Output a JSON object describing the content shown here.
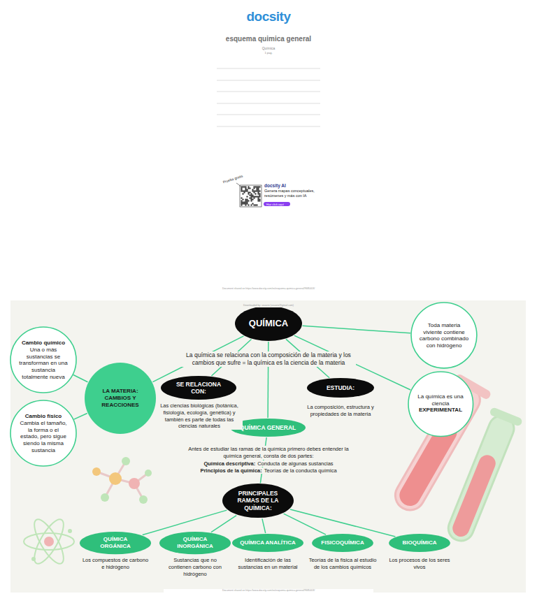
{
  "diagram": {
    "title": "esquema quimica general",
    "nodes": [
      {
        "text": [
          "QUÍMICA"
        ]
      },
      {
        "text": [
          "Toda materia viviente contiene carbono combinado con hidrógeno"
        ]
      },
      {
        "text": [
          "La química es una ciencia",
          "EXPERIMENTAL"
        ]
      },
      {
        "text": [
          "Cambio químico",
          "Una o más sustancias se transforman en una sustancia totalmente nueva"
        ]
      },
      {
        "text": [
          "LA MATERIA: CAMBIOS Y REACCIONES"
        ]
      },
      {
        "text": [
          "Cambio físico",
          "Cambia el tamaño, la forma o el estado, pero sigue siendo la misma sustancia"
        ]
      },
      {
        "text": [
          "SE RELACIONA CON:"
        ]
      },
      {
        "text": [
          "ESTUDIA:"
        ]
      },
      {
        "text": [
          "QUÍMICA GENERAL"
        ]
      },
      {
        "text": [
          "PRINCIPALES RAMAS DE LA QUÍMICA:"
        ]
      },
      {
        "text": [
          "QUÍMICA ORGÁNICA"
        ]
      },
      {
        "text": [
          "QUÍMICA INORGÁNICA"
        ]
      },
      {
        "text": [
          "QUÍMICA ANALÍTICA"
        ]
      },
      {
        "text": [
          "FISICOQUÍMICA"
        ]
      },
      {
        "text": [
          "BIOQUÍMICA"
        ]
      }
    ],
    "edges": [
      {
        "from": 0,
        "to": 4,
        "arrow": "none"
      },
      {
        "from": 0,
        "to": 6,
        "arrow": "none"
      },
      {
        "from": 0,
        "to": 8,
        "arrow": "none"
      },
      {
        "from": 0,
        "to": 7,
        "arrow": "none"
      },
      {
        "from": 0,
        "to": 1,
        "arrow": "none"
      },
      {
        "from": 0,
        "to": 2,
        "arrow": "none"
      },
      {
        "from": 4,
        "to": 3,
        "arrow": "none"
      },
      {
        "from": 4,
        "to": 5,
        "arrow": "none"
      },
      {
        "from": 8,
        "to": 9,
        "arrow": "none"
      },
      {
        "from": 9,
        "to": 10,
        "arrow": "none"
      },
      {
        "from": 9,
        "to": 11,
        "arrow": "none"
      },
      {
        "from": 9,
        "to": 12,
        "arrow": "none"
      },
      {
        "from": 9,
        "to": 13,
        "arrow": "none"
      },
      {
        "from": 9,
        "to": 14,
        "arrow": "none"
      }
    ],
    "labels": [
      "Document shared on https://www.docsity.com/es/esquema-quimica-general/9685403/",
      "Downloaded by: usuario (usuario@gmail.com)",
      "La química se relaciona con la composición de la materia y los cambios que sufre = la química es la ciencia de la materia",
      "Las ciencias biológicas (botánica, fisiología, ecología, genética) y también es parte de todas las ciencias naturales",
      "La composición, estructura y propiedades de la materia",
      "Antes de estudiar las ramas de la química primero debes entender la química general, consta de dos partes:",
      "Química descriptiva:",
      "Conducta de algunas sustancias",
      "Principios de la química:",
      "Teorías de la conducta química",
      "Los compuestos de carbono e hidrógeno",
      "Sustancias que no contienen carbono con hidrógeno",
      "Identificación de las sustancias en un material",
      "Teorías de la física al estudio de los cambios químicos",
      "Los procesos de los seres vivos",
      "Química",
      "1 pag.",
      "Prueba gratis",
      "docsity",
      "docsity AI",
      "Genera mapas conceptuales, resúmenes y más con IA",
      "Haz click aquí",
      "Document shared on https://www.docsity.com/es/esquema-quimica-general/9685403/"
    ]
  }
}
